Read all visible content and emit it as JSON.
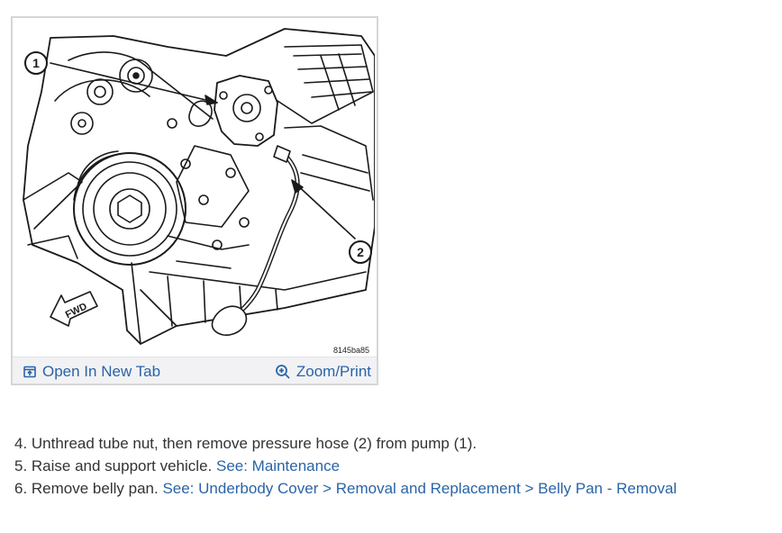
{
  "figure": {
    "callouts": [
      "1",
      "2"
    ],
    "direction_label": "FWD",
    "figure_id": "8145ba85",
    "open_tab_label": "Open In New Tab",
    "zoom_label": "Zoom/Print",
    "icons": {
      "open_tab": "open-new-tab-icon",
      "zoom": "magnifier-plus-icon"
    },
    "link_color": "#2a64a8"
  },
  "steps": [
    {
      "text": "4. Unthread tube nut, then remove pressure hose (2) from pump (1).",
      "link": ""
    },
    {
      "text": "5. Raise and support vehicle.",
      "link": "See: Maintenance"
    },
    {
      "text": "6. Remove belly pan.",
      "link": "See: Underbody Cover > Removal and Replacement > Belly Pan - Removal"
    }
  ]
}
